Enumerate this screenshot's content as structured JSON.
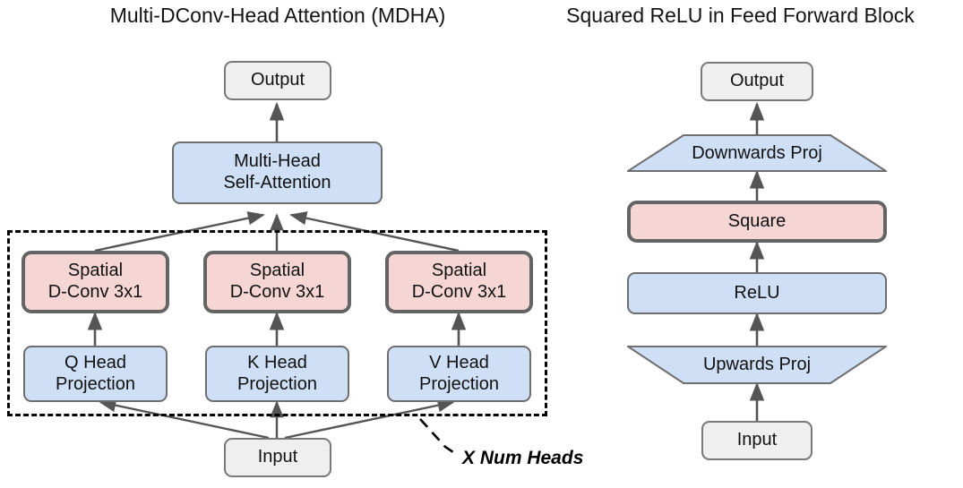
{
  "figure": {
    "panels": [
      {
        "id": "mdha",
        "title": "Multi-DConv-Head Attention (MDHA)",
        "nodes": {
          "output": {
            "label": "Output",
            "type": "terminal",
            "fill": "#efefef"
          },
          "mhsa_l1": {
            "label": "Multi-Head"
          },
          "mhsa_l2": {
            "label": "Self-Attention"
          },
          "dconv_q_l1": {
            "label": "Spatial"
          },
          "dconv_q_l2": {
            "label": "D-Conv 3x1"
          },
          "dconv_k_l1": {
            "label": "Spatial"
          },
          "dconv_k_l2": {
            "label": "D-Conv 3x1"
          },
          "dconv_v_l1": {
            "label": "Spatial"
          },
          "dconv_v_l2": {
            "label": "D-Conv 3x1"
          },
          "proj_q_l1": {
            "label": "Q Head"
          },
          "proj_q_l2": {
            "label": "Projection"
          },
          "proj_k_l1": {
            "label": "K Head"
          },
          "proj_k_l2": {
            "label": "Projection"
          },
          "proj_v_l1": {
            "label": "V Head"
          },
          "proj_v_l2": {
            "label": "Projection"
          },
          "input": {
            "label": "Input",
            "type": "terminal"
          }
        },
        "group_annotation": "X Num Heads"
      },
      {
        "id": "squared-relu-ffn",
        "title": "Squared ReLU in Feed Forward Block",
        "nodes": {
          "output": {
            "label": "Output",
            "type": "terminal"
          },
          "downwards_proj": {
            "label": "Downwards Proj",
            "shape": "trapezoid"
          },
          "square": {
            "label": "Square",
            "fill": "#f6d6d4"
          },
          "relu": {
            "label": "ReLU",
            "fill": "#cfdff5"
          },
          "upwards_proj": {
            "label": "Upwards Proj",
            "shape": "inverted-trapezoid"
          },
          "input": {
            "label": "Input",
            "type": "terminal"
          }
        }
      }
    ],
    "colors": {
      "blue_fill": "#cfdff5",
      "pink_fill": "#f6d6d4",
      "gray_fill": "#efefef",
      "stroke": "#646464",
      "thin_stroke": "#6e6e6e",
      "dashed_stroke": "#000000",
      "arrow": "#555555",
      "background": "#ffffff"
    }
  }
}
